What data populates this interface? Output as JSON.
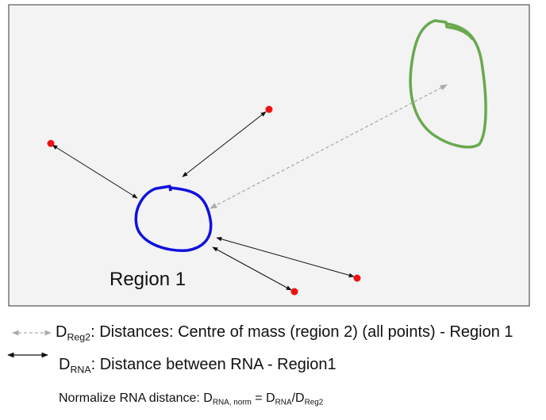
{
  "diagram": {
    "region1_label": "Region 1",
    "colors": {
      "panel_bg": "#f3f3f3",
      "region1": "#1010e0",
      "region2": "#6aa84f",
      "points": "#ee1111",
      "arrow": "#111111",
      "dashed_arrow": "#aaaaaa"
    }
  },
  "legend": {
    "dreg2": {
      "symbol": "D",
      "sub": "Reg2",
      "text": ": Distances: Centre of mass (region 2) (all points) - Region 1"
    },
    "drna": {
      "symbol": "D",
      "sub": "RNA",
      "text": ": Distance between RNA - Region1"
    },
    "normalize": {
      "prefix": "Normalize RNA distance: ",
      "d1": "D",
      "d1_sub": "RNA, norm",
      "eq": " = ",
      "d2": "D",
      "d2_sub": "RNA",
      "slash": "/",
      "d3": "D",
      "d3_sub": "Reg2"
    }
  }
}
